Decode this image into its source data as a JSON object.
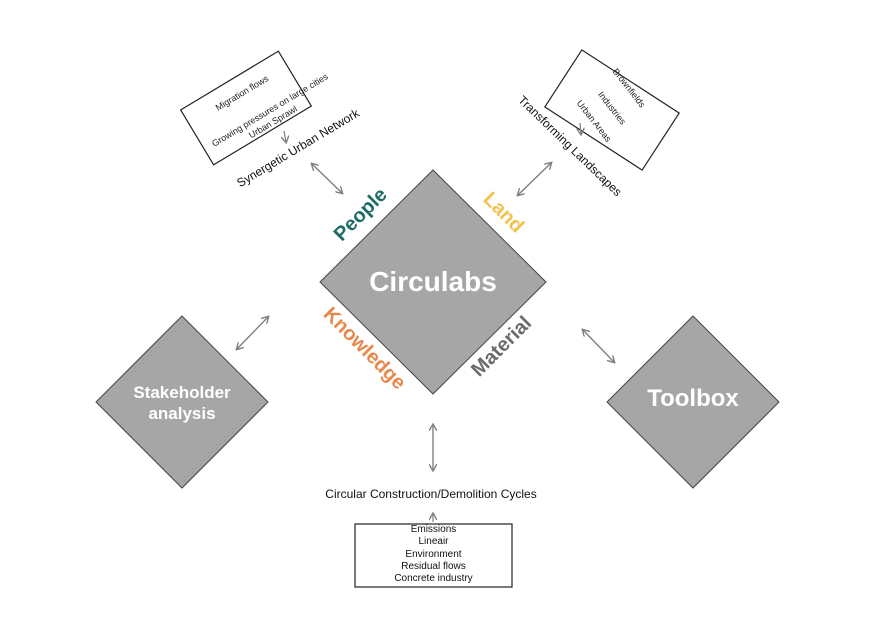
{
  "center": {
    "title": "Circulabs"
  },
  "edges": {
    "people": {
      "label": "People",
      "color": "#1f6b66"
    },
    "land": {
      "label": "Land",
      "color": "#f2c14e"
    },
    "knowledge": {
      "label": "Knowledge",
      "color": "#e8874a"
    },
    "material": {
      "label": "Material",
      "color": "#6b6b6b"
    }
  },
  "stakeholder": {
    "line1": "Stakeholder",
    "line2": "analysis"
  },
  "toolbox": {
    "title": "Toolbox"
  },
  "people_box": {
    "items": [
      "Migration flows",
      "Growing pressures on large cities",
      "Urban Sprawl"
    ],
    "caption": "Synergetic Urban Network"
  },
  "land_box": {
    "items": [
      "Brownfields",
      "Industries",
      "Urban Areas"
    ],
    "caption": "Transforming Landscapes"
  },
  "material_box": {
    "caption": "Circular Construction/Demolition Cycles",
    "items": [
      "Emissions",
      "Lineair",
      "Environment",
      "Residual flows",
      "Concrete industry"
    ]
  },
  "colors": {
    "diamond_fill": "#a6a6a6",
    "diamond_stroke": "#444444",
    "arrow": "#808080"
  }
}
